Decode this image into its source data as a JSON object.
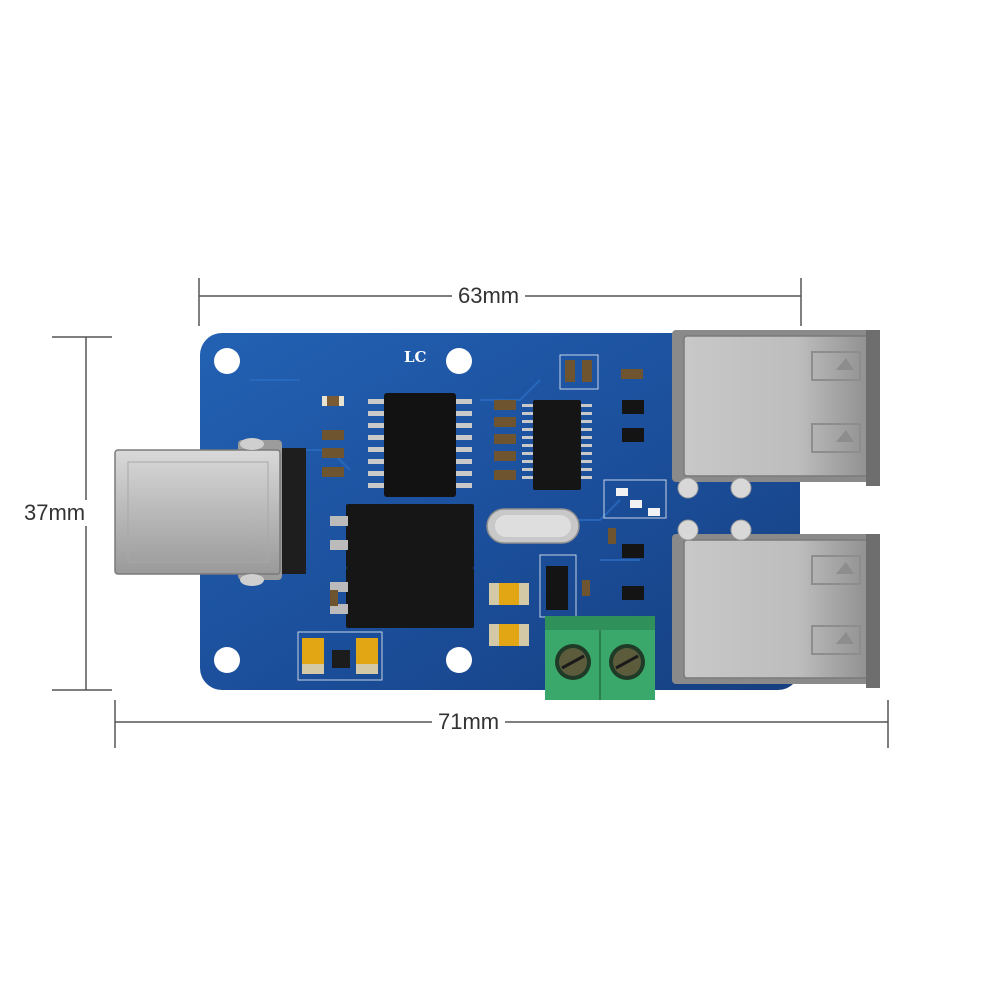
{
  "dimensions": {
    "top_width": "63mm",
    "height": "37mm",
    "bottom_width": "71mm"
  },
  "board": {
    "silkscreen_logo": "LC",
    "pcb_color": "#1b4e9a",
    "terminal_color": "#3aa86b"
  }
}
